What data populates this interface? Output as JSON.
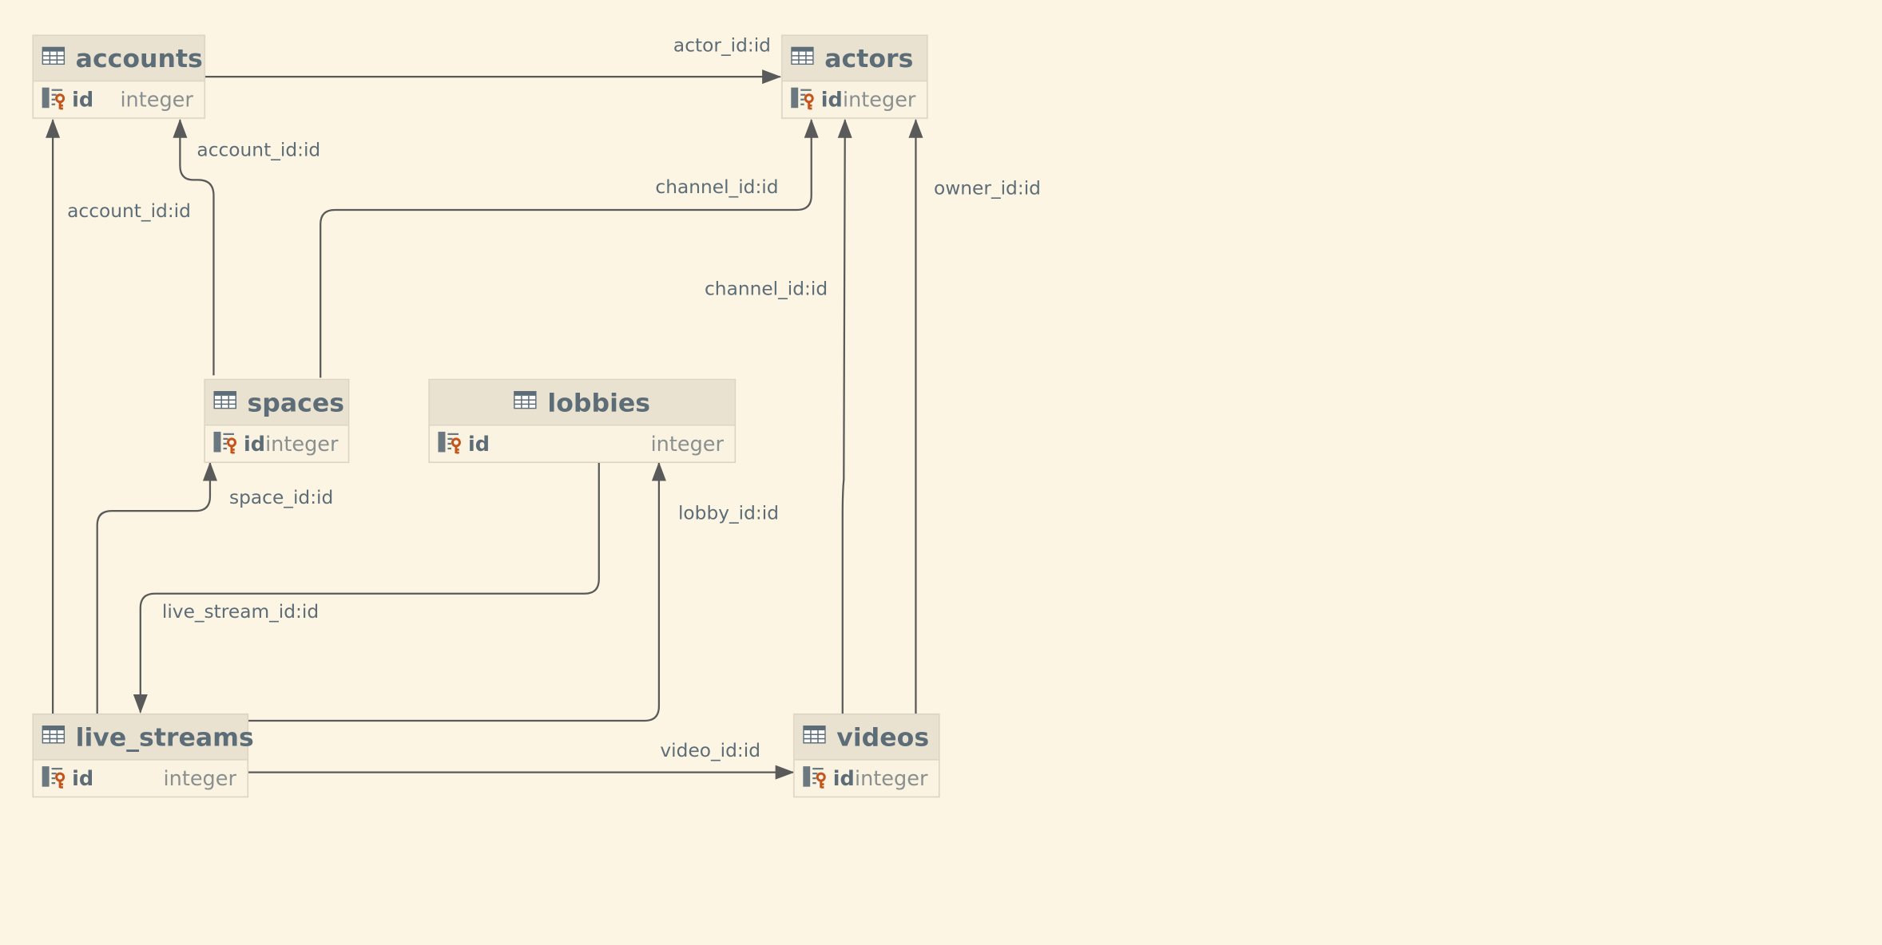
{
  "tables": {
    "accounts": {
      "name": "accounts",
      "col": "id",
      "type": "integer"
    },
    "actors": {
      "name": "actors",
      "col": "id",
      "type": "integer"
    },
    "spaces": {
      "name": "spaces",
      "col": "id",
      "type": "integer"
    },
    "lobbies": {
      "name": "lobbies",
      "col": "id",
      "type": "integer"
    },
    "live_streams": {
      "name": "live_streams",
      "col": "id",
      "type": "integer"
    },
    "videos": {
      "name": "videos",
      "col": "id",
      "type": "integer"
    }
  },
  "relations": {
    "accounts_actors": "actor_id:id",
    "spaces_accounts": "account_id:id",
    "live_streams_accounts": "account_id:id",
    "spaces_actors": "channel_id:id",
    "videos_actors_channel": "channel_id:id",
    "videos_actors_owner": "owner_id:id",
    "live_streams_spaces": "space_id:id",
    "live_streams_lobbies": "lobby_id:id",
    "lobbies_live_streams": "live_stream_id:id",
    "live_streams_videos": "video_id:id"
  },
  "icons": {
    "table": "table-grid-icon",
    "primary_key": "primary-key-icon"
  },
  "colors": {
    "background": "#fdf5e3",
    "header": "#eae2d1",
    "text": "#5d6d77",
    "type": "#8a8f90",
    "wire": "#5a5a5a",
    "key": "#c4541c"
  }
}
